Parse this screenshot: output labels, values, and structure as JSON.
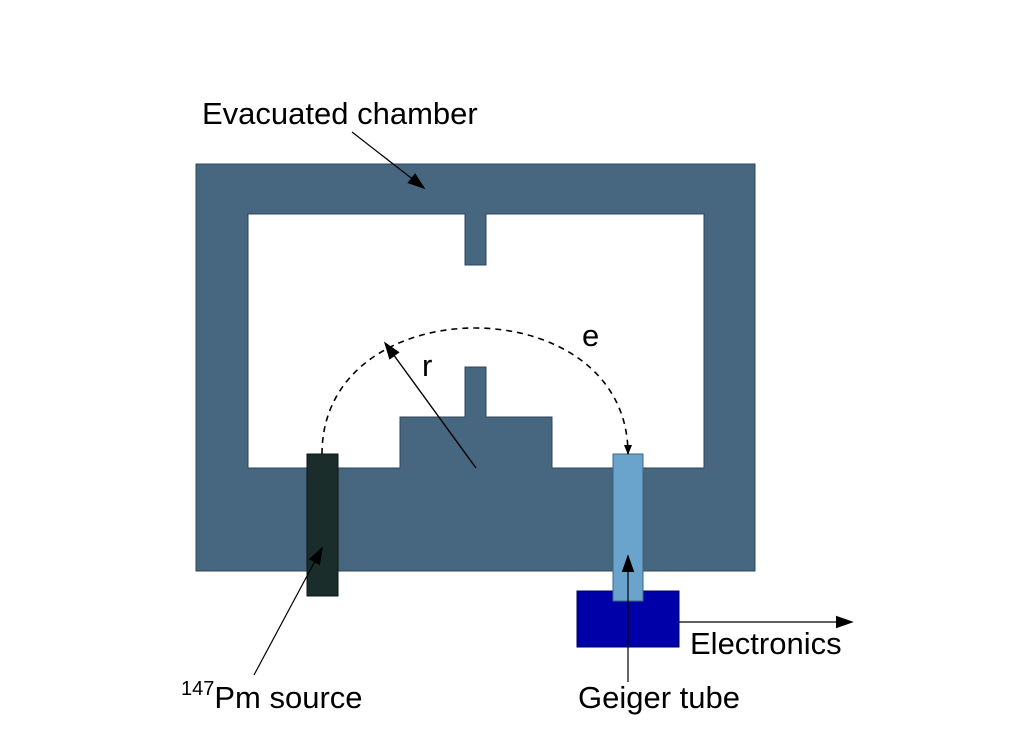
{
  "labels": {
    "chamber": "Evacuated chamber",
    "radius": "r",
    "electron": "e",
    "source_mass_number": "147",
    "source_name": "Pm source",
    "detector": "Geiger tube",
    "electronics": "Electronics"
  },
  "colors": {
    "chamber": "#46677f",
    "source": "#1a2d2a",
    "geiger_tube": "#6aa3cb",
    "geiger_base": "#0000a8",
    "trajectory": "#000000"
  }
}
